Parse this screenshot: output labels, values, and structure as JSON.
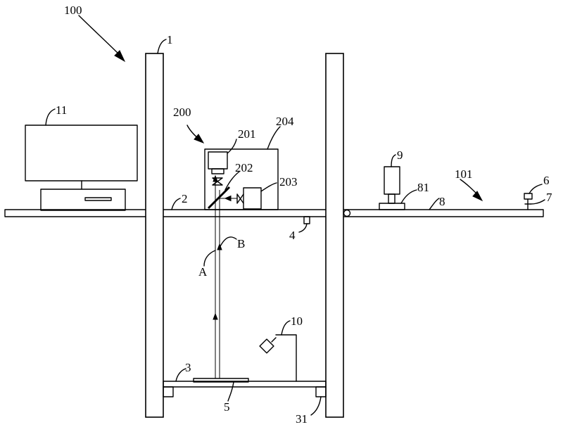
{
  "labels": {
    "system": "100",
    "column_left": "1",
    "platform_upper": "2",
    "platform_lower": "3",
    "sensor": "4",
    "base_plate": "5",
    "sensor_right": "6",
    "right_end": "7",
    "arm": "8",
    "camera": "9",
    "lamp": "10",
    "computer": "11",
    "support_foot": "31",
    "mount": "81",
    "arm_assembly": "101",
    "optical_module": "200",
    "lens": "201",
    "mirror": "202",
    "projector": "203",
    "housing": "204",
    "path_a": "A",
    "path_b": "B"
  }
}
